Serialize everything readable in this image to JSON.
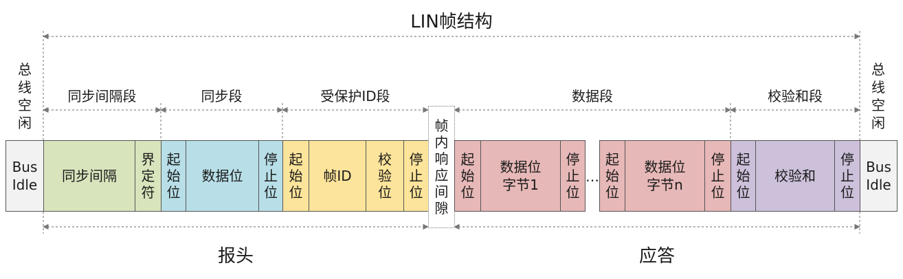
{
  "title": "LIN帧结构",
  "idle_left": "总线空闲",
  "idle_right": "总线空闲",
  "segments": {
    "sync_break": "同步间隔段",
    "sync": "同步段",
    "pid": "受保护ID段",
    "data": "数据段",
    "checksum": "校验和段"
  },
  "bottom": {
    "header": "报头",
    "response": "应答"
  },
  "ellipsis": "…",
  "fields": {
    "bus_idle_left": "Bus\nIdle",
    "sync_break": "同步间隔",
    "delimiter": "界定符",
    "start1": "起始位",
    "data_bits": "数据位",
    "stop1": "停止位",
    "start2": "起始位",
    "frame_id": "帧ID",
    "parity": "校验位",
    "stop2": "停止位",
    "inter_frame": "帧内响应间隙",
    "start3": "起始位",
    "data_byte1": "数据位\n字节1",
    "stop3": "停止位",
    "start4": "起始位",
    "data_byten": "数据位\n字节n",
    "stop4": "停止位",
    "start5": "起始位",
    "checksum": "校验和",
    "stop5": "停止位",
    "bus_idle_right": "Bus\nIdle"
  },
  "colors": {
    "idle": "#f2f2f2",
    "sync_break": "#d8e4bc",
    "sync": "#b8dfe8",
    "pid": "#fde49b",
    "data": "#e6b8b7",
    "checksum": "#ccc0da",
    "gap": "#ffffff"
  }
}
